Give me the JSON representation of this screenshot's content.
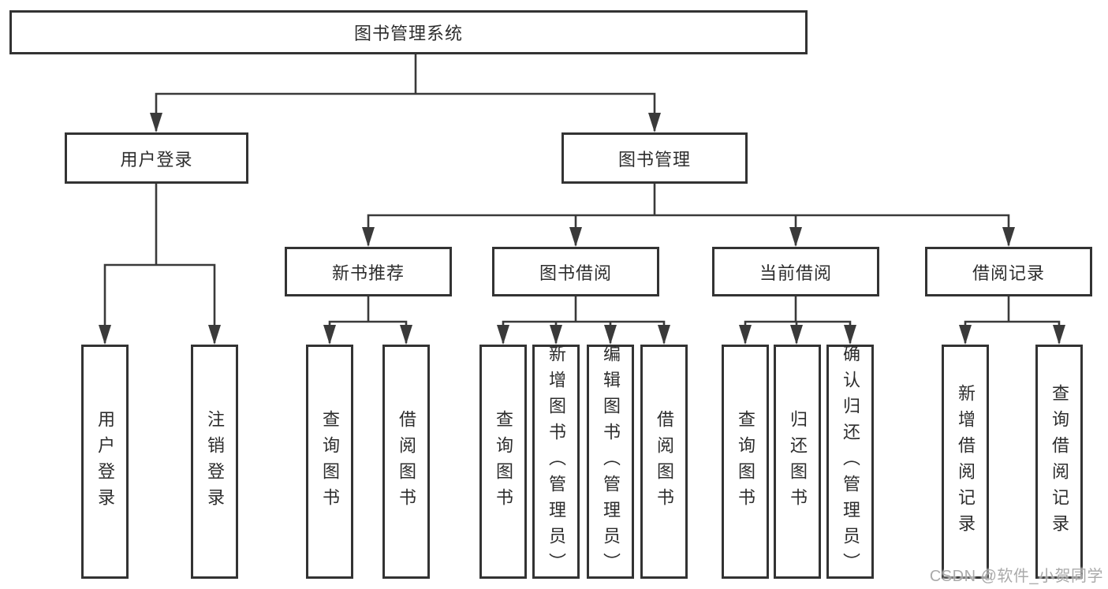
{
  "page": {
    "background": "#ffffff"
  },
  "colors": {
    "box_border": "#333333",
    "connector": "#3a3a3a",
    "text": "#2d2d2d",
    "watermark": "#9e9e9e"
  },
  "watermark": {
    "text": "CSDN @软件_小贺同学"
  },
  "tree": {
    "label": "图书管理系统",
    "children": [
      {
        "label": "用户登录",
        "children": [
          {
            "label": "用户登录"
          },
          {
            "label": "注销登录"
          }
        ]
      },
      {
        "label": "图书管理",
        "children": [
          {
            "label": "新书推荐",
            "children": [
              {
                "label": "查询图书"
              },
              {
                "label": "借阅图书"
              }
            ]
          },
          {
            "label": "图书借阅",
            "children": [
              {
                "label": "查询图书"
              },
              {
                "label": "新增图书（管理员）"
              },
              {
                "label": "编辑图书（管理员）"
              },
              {
                "label": "借阅图书"
              }
            ]
          },
          {
            "label": "当前借阅",
            "children": [
              {
                "label": "查询图书"
              },
              {
                "label": "归还图书"
              },
              {
                "label": "确认归还（管理员）"
              }
            ]
          },
          {
            "label": "借阅记录",
            "children": [
              {
                "label": "新增借阅记录"
              },
              {
                "label": "查询借阅记录"
              }
            ]
          }
        ]
      }
    ]
  }
}
